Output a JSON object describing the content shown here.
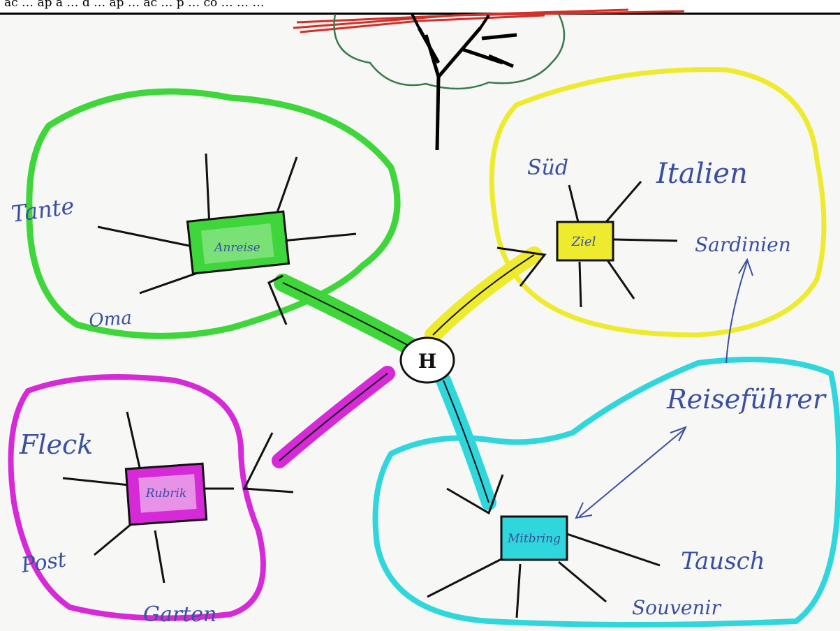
{
  "header": {
    "text": "ac … ap a … d … ap … ac … p … co … … …"
  },
  "center": {
    "label": "H"
  },
  "branches": [
    {
      "id": "anreise",
      "label": "Anreise",
      "color": "#3ed63a",
      "leaves": [
        "Tante",
        "Oma"
      ]
    },
    {
      "id": "ziel",
      "label": "Ziel",
      "color": "#eeeb2f",
      "leaves": [
        "Süd",
        "Italien",
        "Sardinien"
      ]
    },
    {
      "id": "rubrik",
      "label": "Rubrik",
      "color": "#d62ad8",
      "leaves": [
        "Fleck",
        "Post",
        "Garten"
      ]
    },
    {
      "id": "mitbringsel",
      "label": "Mitbring",
      "color": "#2fd6dc",
      "leaves": [
        "Reiseführer",
        "Tausch",
        "Souvenir"
      ]
    }
  ],
  "colors": {
    "ink": "#111111",
    "handwriting": "#3a4fa0",
    "trunk": "#000000",
    "treetop": "#3a7a4a",
    "scribble": "#d0302a"
  }
}
